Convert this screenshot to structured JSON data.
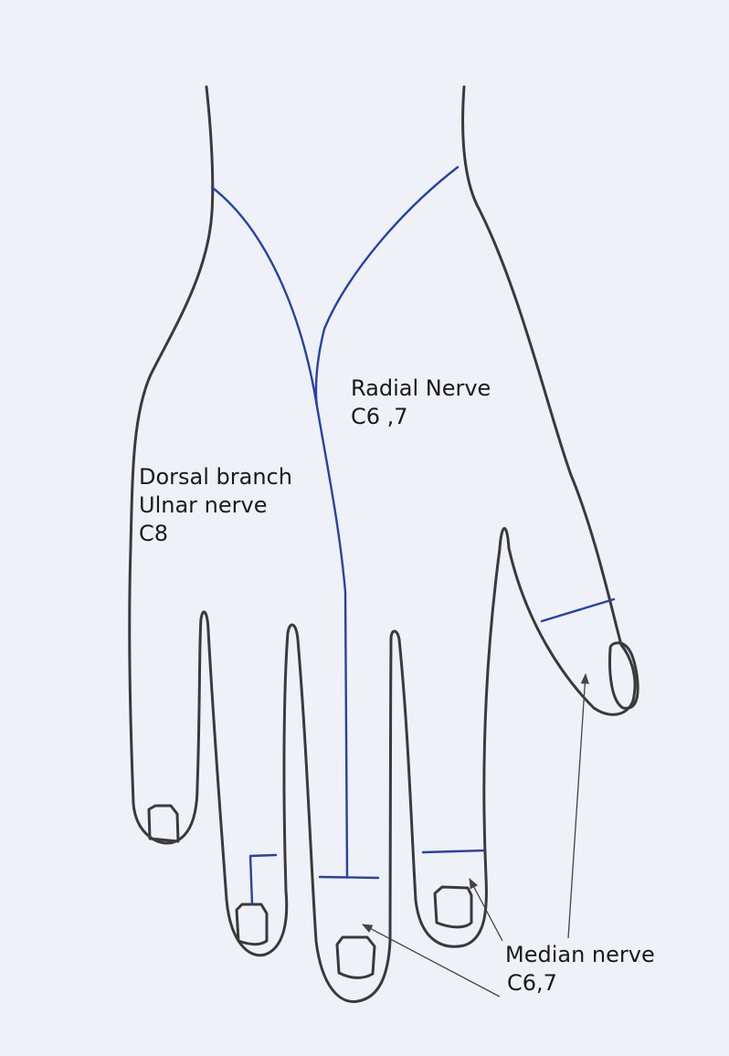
{
  "labels": {
    "radial": {
      "line1": "Radial Nerve",
      "line2": "C6 ,7"
    },
    "ulnar": {
      "line1": "Dorsal branch",
      "line2": "Ulnar nerve",
      "line3": "C8"
    },
    "median": {
      "line1": "Median nerve",
      "line2": "C6,7"
    }
  },
  "colors": {
    "nerve_line": "#2a40a8",
    "outline": "#3a3a3a",
    "paper": "#eef2f8"
  }
}
